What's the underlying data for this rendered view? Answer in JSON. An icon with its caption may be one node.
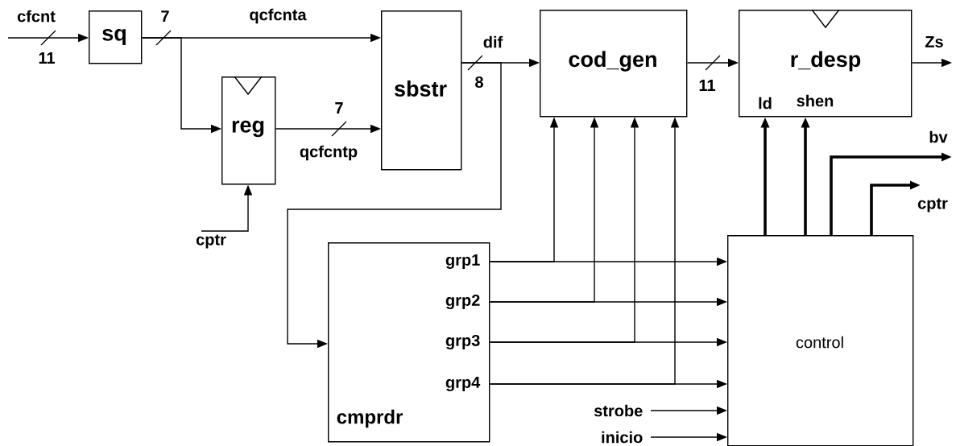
{
  "diagram": {
    "nodes": [
      {
        "text": [
          "sq"
        ]
      },
      {
        "text": [
          "reg"
        ]
      },
      {
        "text": [
          "sbstr"
        ]
      },
      {
        "text": [
          "cod_gen"
        ]
      },
      {
        "text": [
          "r_desp",
          "ld",
          "shen"
        ]
      },
      {
        "text": [
          "grp1",
          "grp2",
          "grp3",
          "grp4",
          "cmprdr"
        ]
      },
      {
        "text": [
          "control"
        ]
      }
    ],
    "edges": [
      {
        "from": null,
        "to": 0,
        "arrow": "to",
        "label": "cfcnt"
      },
      {
        "from": 0,
        "to": 2,
        "arrow": "to",
        "label": "qcfcnta"
      },
      {
        "from": 0,
        "to": 1,
        "arrow": "to"
      },
      {
        "from": 1,
        "to": 2,
        "arrow": "to",
        "label": "qcfcntp"
      },
      {
        "from": null,
        "to": 1,
        "arrow": "to",
        "label": "cptr"
      },
      {
        "from": 2,
        "to": 3,
        "arrow": "to",
        "label": "dif"
      },
      {
        "from": 2,
        "to": 5,
        "arrow": "to"
      },
      {
        "from": 3,
        "to": 4,
        "arrow": "to"
      },
      {
        "from": 4,
        "to": null,
        "arrow": "to",
        "label": "Zs"
      },
      {
        "from": 5,
        "to": 6,
        "arrow": "to"
      },
      {
        "from": 5,
        "to": 6,
        "arrow": "to"
      },
      {
        "from": 5,
        "to": 6,
        "arrow": "to"
      },
      {
        "from": 5,
        "to": 6,
        "arrow": "to"
      },
      {
        "from": 5,
        "to": 3,
        "arrow": "to"
      },
      {
        "from": 5,
        "to": 3,
        "arrow": "to"
      },
      {
        "from": 5,
        "to": 3,
        "arrow": "to"
      },
      {
        "from": 5,
        "to": 3,
        "arrow": "to"
      },
      {
        "from": 6,
        "to": 4,
        "arrow": "to",
        "style": "thick"
      },
      {
        "from": 6,
        "to": 4,
        "arrow": "to",
        "style": "thick"
      },
      {
        "from": 6,
        "to": null,
        "arrow": "to",
        "label": "bv",
        "style": "thick"
      },
      {
        "from": 6,
        "to": null,
        "arrow": "to",
        "label": "cptr",
        "style": "thick"
      },
      {
        "from": null,
        "to": 6,
        "arrow": "to",
        "label": "strobe"
      },
      {
        "from": null,
        "to": 6,
        "arrow": "to",
        "label": "inicio"
      }
    ],
    "labels": [
      "11",
      "7",
      "7",
      "8",
      "11"
    ]
  }
}
